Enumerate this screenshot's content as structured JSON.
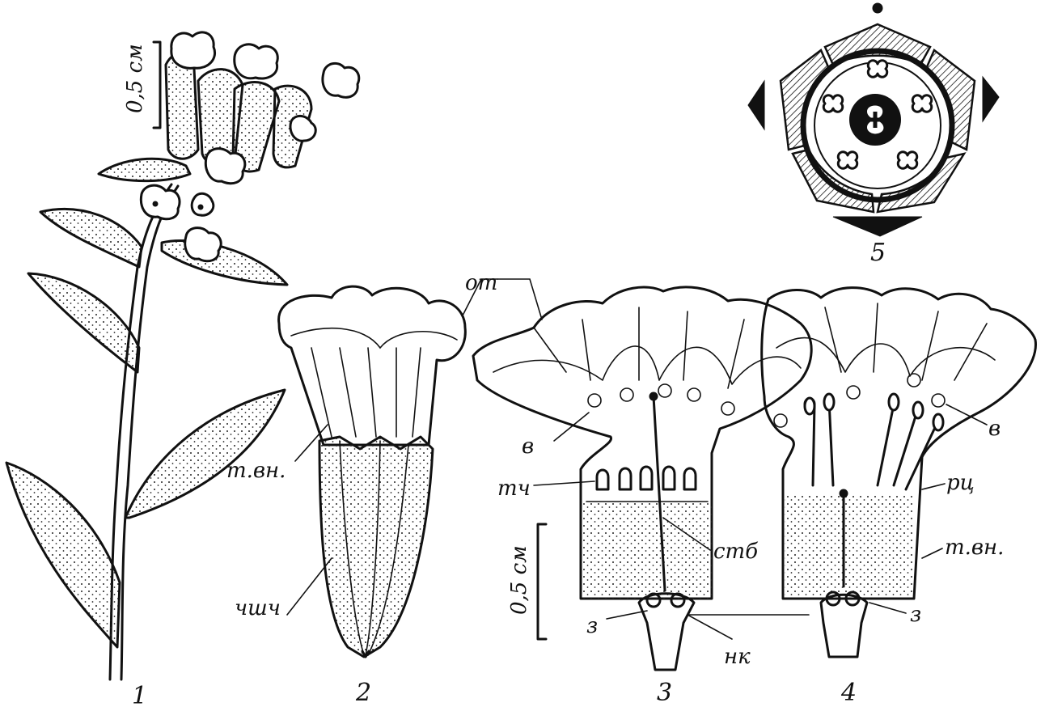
{
  "labels": {
    "scale_top": "0,5 см",
    "scale_bottom": "0,5 см",
    "ot": "от",
    "tvn_left": "т.вн.",
    "chshch": "чшч",
    "v_left": "в",
    "tch": "тч",
    "stb": "стб",
    "z_left": "з",
    "nk": "нк",
    "rts": "рц",
    "tvn_right": "т.вн.",
    "z_right": "з",
    "v_right": "в"
  },
  "figure_numbers": {
    "f1": "1",
    "f2": "2",
    "f3": "3",
    "f4": "4",
    "f5": "5"
  }
}
